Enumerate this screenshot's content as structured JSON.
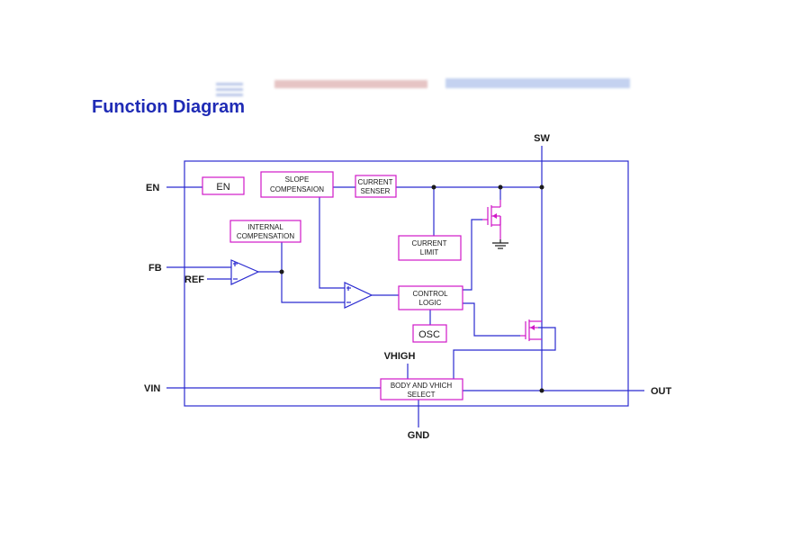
{
  "page": {
    "title": "Function Diagram"
  },
  "colors": {
    "title": "#1f2bb5",
    "wire": "#2b2bd0",
    "box": "#d018c8",
    "text": "#1a1a1a"
  },
  "diagram": {
    "pins": {
      "sw": "SW",
      "en": "EN",
      "fb": "FB",
      "ref": "REF",
      "vin": "VIN",
      "vhigh": "VHIGH",
      "gnd": "GND",
      "out": "OUT"
    },
    "blocks": {
      "en": "EN",
      "slope_1": "SLOPE",
      "slope_2": "COMPENSAION",
      "sense_1": "CURRENT",
      "sense_2": "SENSER",
      "internal_1": "INTERNAL",
      "internal_2": "COMPENSATION",
      "limit_1": "CURRENT",
      "limit_2": "LIMIT",
      "control_1": "CONTROL",
      "control_2": "LOGIC",
      "osc": "OSC",
      "body_1": "BODY AND VHICH",
      "body_2": "SELECT"
    }
  }
}
